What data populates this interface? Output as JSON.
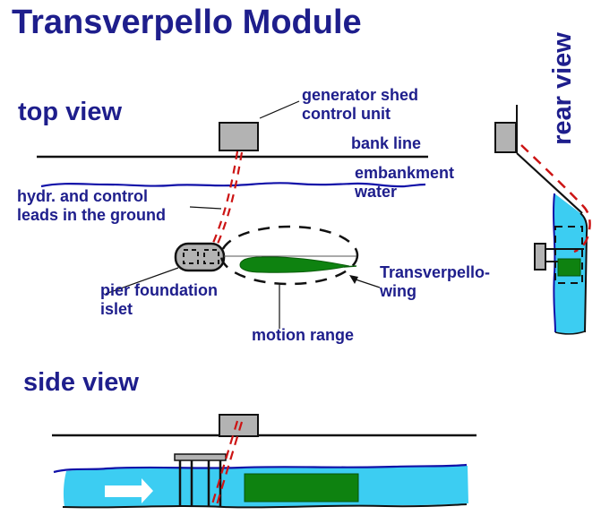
{
  "title": "Transverpello Module",
  "views": {
    "top": {
      "label": "top view"
    },
    "side": {
      "label": "side view"
    },
    "rear": {
      "label": "rear view"
    }
  },
  "labels": {
    "generator_shed": "generator shed\ncontrol unit",
    "bank_line": "bank line",
    "embankment_water": "embankment\nwater",
    "hydr_leads": "hydr. and control\nleads in the ground",
    "pier_islet": "pier foundation\nislet",
    "motion_range": "motion range",
    "transverpello_wing": "Transverpello-\nwing"
  },
  "icons": {
    "flow_arrow": "right-arrow"
  },
  "colors": {
    "text_navy": "#1e1e8c",
    "water_cyan": "#3ccdf2",
    "water_line_blue": "#1010a8",
    "wing_green": "#0e8210",
    "lead_red": "#cc1414",
    "structure_gray": "#b3b3b3",
    "outline_black": "#111111",
    "background": "#ffffff"
  }
}
